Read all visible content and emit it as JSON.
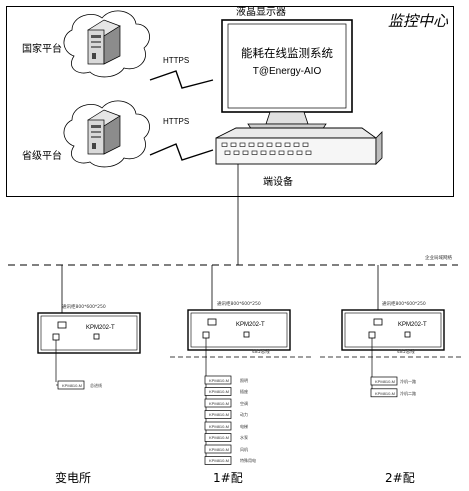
{
  "monitor_center": {
    "label": "监控中心"
  },
  "platforms": {
    "national": "国家平台",
    "provincial": "省级平台",
    "link_national": "HTTPS",
    "link_provincial": "HTTPS"
  },
  "lcd": {
    "caption": "液晶显示器",
    "screen_line1": "能耗在线监测系统",
    "screen_line2": "T@Energy-AIO"
  },
  "terminal": {
    "label": "端设备"
  },
  "network": {
    "bus_label": "企业局域网络"
  },
  "cabinets": [
    {
      "site": "变电所",
      "cabinet_label": "通讯柜800*600*250",
      "device_label": "KPM202-T",
      "bus_label": "",
      "meters": [
        {
          "meter": "KPM810-M",
          "note": "总进线"
        }
      ]
    },
    {
      "site": "1#配",
      "cabinet_label": "通讯柜800*600*250",
      "device_label": "KPM202-T",
      "bus_label": "485总线",
      "meters": [
        {
          "meter": "KPM810-M",
          "note": "照明"
        },
        {
          "meter": "KPM810-M",
          "note": "插座"
        },
        {
          "meter": "KPM810-M",
          "note": "空调"
        },
        {
          "meter": "KPM810-M",
          "note": "动力"
        },
        {
          "meter": "KPM810-M",
          "note": "电梯"
        },
        {
          "meter": "KPM810-M",
          "note": "水泵"
        },
        {
          "meter": "KPM810-M",
          "note": "风机"
        },
        {
          "meter": "KPM810-M",
          "note": "特殊用电"
        }
      ]
    },
    {
      "site": "2#配",
      "cabinet_label": "通讯柜800*600*250",
      "device_label": "KPM202-T",
      "bus_label": "485总线",
      "meters": [
        {
          "meter": "KPM810-M",
          "note": "冷机一路"
        },
        {
          "meter": "KPM810-M",
          "note": "冷机二路"
        }
      ]
    }
  ]
}
